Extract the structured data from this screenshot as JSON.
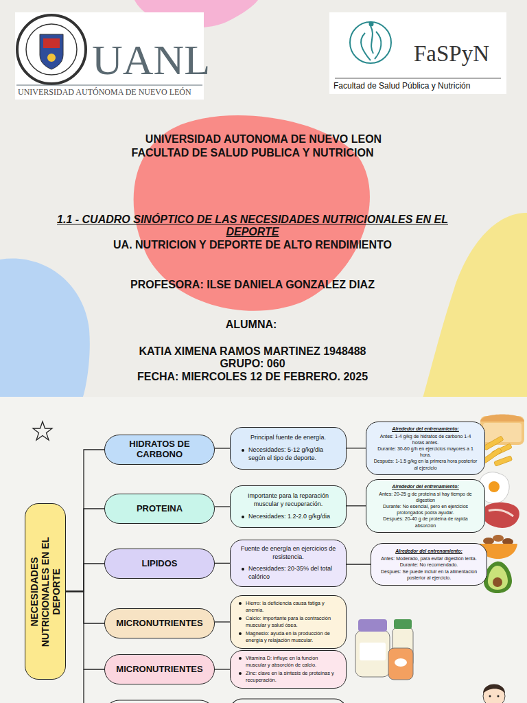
{
  "diagram": {
    "title": "1.1 - CUADRO SINÓPTICO DE LAS NECESIDADES NUTRICIONALES EN EL DEPORTE",
    "nodes": [
      {
        "text": [
          "NECESIDADES NUTRICIONALES EN EL DEPORTE"
        ]
      },
      {
        "text": [
          "HIDRATOS DE CARBONO"
        ]
      },
      {
        "text": [
          "Principal fuente de energía.",
          "Necesidades: 5-12 g/kg/dia según el tipo de deporte."
        ]
      },
      {
        "text": [
          "Alrededor del entrenamiento:",
          "Antes: 1-4 g/kg de hidratos de carbono 1-4 horas antes.",
          "Durante: 30-60 g/h en ejercicios mayores a 1 hora.",
          "Después: 1-1.5 g/kg en la primera hora posterior al ejercicio"
        ]
      },
      {
        "text": [
          "PROTEINA"
        ]
      },
      {
        "text": [
          "Importante para la reparación muscular y recuperación.",
          "Necesidades: 1.2-2.0 g/kg/dia"
        ]
      },
      {
        "text": [
          "Alrededor del entrenamiento:",
          "Antes: 20-25 g de proteina si hay tiempo de digestion",
          "Durante: No esencial, pero en ejercicios prolongados podra ayudar.",
          "Después: 20-40 g de proteina de rapida absorción"
        ]
      },
      {
        "text": [
          "LIPIDOS"
        ]
      },
      {
        "text": [
          "Fuente de energía en ejercicios de resistencia.",
          "Necesidades: 20-35% del total calórico"
        ]
      },
      {
        "text": [
          "Alrededor del entrenamiento:",
          "Antes: Moderado, para evitar digestión lenta.",
          "Durante: No recomendado.",
          "Despues: Se puede incluir en la alimentacion posterior al ejercicio."
        ]
      },
      {
        "text": [
          "MICRONUTRIENTES"
        ]
      },
      {
        "text": [
          "Hierro: la deficiencia causa fatiga y anemia.",
          "Calcio: importante para la contracción muscular y salud ósea.",
          "Magnesio: ayuda en la producción de energía y relajación muscular."
        ]
      },
      {
        "text": [
          "MICRONUTRIENTES"
        ]
      },
      {
        "text": [
          "Vitamina D: influye en la funcion muscular y absorción de calcio.",
          "Zinc: clave en la sintesis de proteinas y recuperación."
        ]
      }
    ],
    "edges": [
      {
        "from": 0,
        "to": 1,
        "arrow": "none"
      },
      {
        "from": 0,
        "to": 4,
        "arrow": "none"
      },
      {
        "from": 0,
        "to": 7,
        "arrow": "none"
      },
      {
        "from": 0,
        "to": 10,
        "arrow": "none"
      },
      {
        "from": 0,
        "to": 12,
        "arrow": "none"
      },
      {
        "from": 1,
        "to": 2,
        "arrow": "none"
      },
      {
        "from": 2,
        "to": 3,
        "arrow": "none"
      },
      {
        "from": 4,
        "to": 5,
        "arrow": "none"
      },
      {
        "from": 5,
        "to": 6,
        "arrow": "none"
      },
      {
        "from": 7,
        "to": 8,
        "arrow": "none"
      },
      {
        "from": 8,
        "to": 9,
        "arrow": "none"
      },
      {
        "from": 10,
        "to": 11,
        "arrow": "none"
      },
      {
        "from": 12,
        "to": 13,
        "arrow": "none"
      }
    ],
    "labels": [
      "UANL",
      "UNIVERSIDAD AUTÓNOMA DE NUEVO LEÓN",
      "FaSPyN",
      "Facultad de Salud Pública y Nutrición",
      "UNIVERSIDAD AUTONOMA DE NUEVO LEON",
      "FACULTAD DE SALUD PUBLICA Y NUTRICION",
      "UA. NUTRICION Y DEPORTE DE ALTO RENDIMIENTO",
      "PROFESORA: ILSE DANIELA GONZALEZ DIAZ",
      "ALUMNA:",
      "KATIA XIMENA RAMOS MARTINEZ 1948488",
      "GRUPO: 060",
      "FECHA: MIERCOLES 12 DE FEBRERO. 2025"
    ]
  }
}
